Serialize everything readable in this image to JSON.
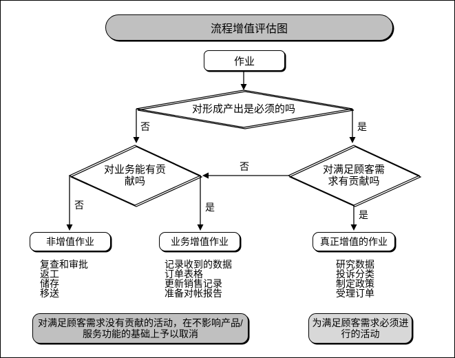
{
  "title": "流程增值评估图",
  "nodes": {
    "start": "作业",
    "decision_output": "对形成产出是必须的吗",
    "decision_business": "对业务能有贡献吗",
    "decision_customer": "对满足顾客需求有贡献吗",
    "result_non_value": "非增值作业",
    "result_business_value": "业务增值作业",
    "result_real_value": "真正增值的作业",
    "note_eliminate": "对满足顾客需求没有贡献的活动，在不影响产品/服务功能的基础上予以取消",
    "note_required": "为满足顾客需求必须进行的活动"
  },
  "edge_labels": {
    "output_no": "否",
    "output_yes": "是",
    "customer_no": "否",
    "business_no": "否",
    "business_yes": "是",
    "customer_yes": "是"
  },
  "examples": {
    "non_value": [
      "复查和审批",
      "返工",
      "储存",
      "移送"
    ],
    "business_value": [
      "记录收到的数据",
      "订单表格",
      "更新销售记录",
      "准备对帐报告"
    ],
    "real_value": [
      "研究数据",
      "投诉分类",
      "制定政策",
      "受理订单"
    ]
  },
  "colors": {
    "banner_fill": "#c0c0c0",
    "note_left_fill": "#c0c0c0",
    "note_right_fill": "#d8d8d8",
    "node_fill": "#ffffff",
    "line": "#000000",
    "background": "#ffffff"
  }
}
